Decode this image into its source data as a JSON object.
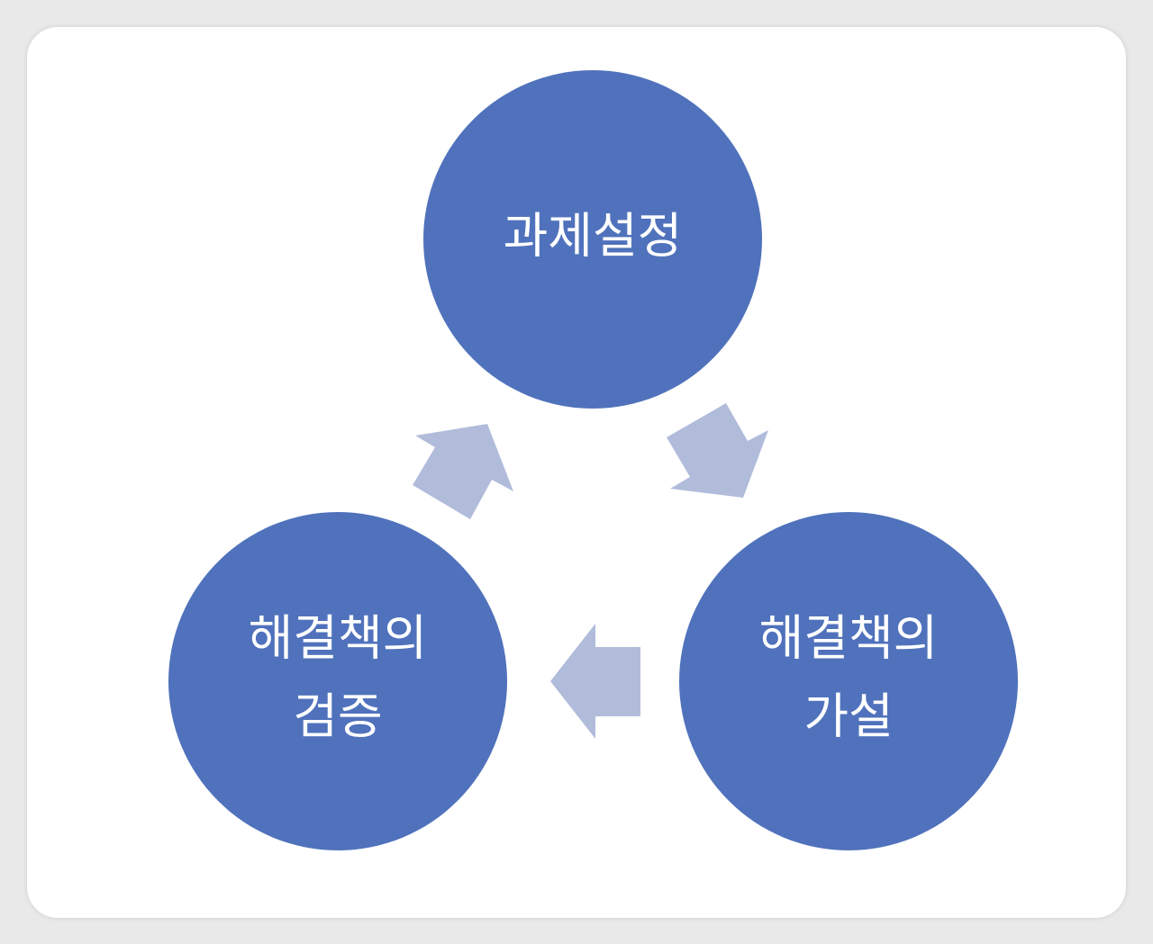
{
  "diagram": {
    "nodes": [
      {
        "id": "task-setting",
        "lines": [
          "과제설정"
        ]
      },
      {
        "id": "solution-hypothesis",
        "lines": [
          "해결책의",
          "가설"
        ]
      },
      {
        "id": "solution-verification",
        "lines": [
          "해결책의",
          "검증"
        ]
      }
    ],
    "colors": {
      "node_fill": "#5072bc",
      "arrow_fill": "#b1bcdb",
      "text": "#ffffff",
      "background": "#ffffff"
    },
    "flow": [
      {
        "from": "task-setting",
        "to": "solution-hypothesis"
      },
      {
        "from": "solution-hypothesis",
        "to": "solution-verification"
      },
      {
        "from": "solution-verification",
        "to": "task-setting"
      }
    ]
  }
}
